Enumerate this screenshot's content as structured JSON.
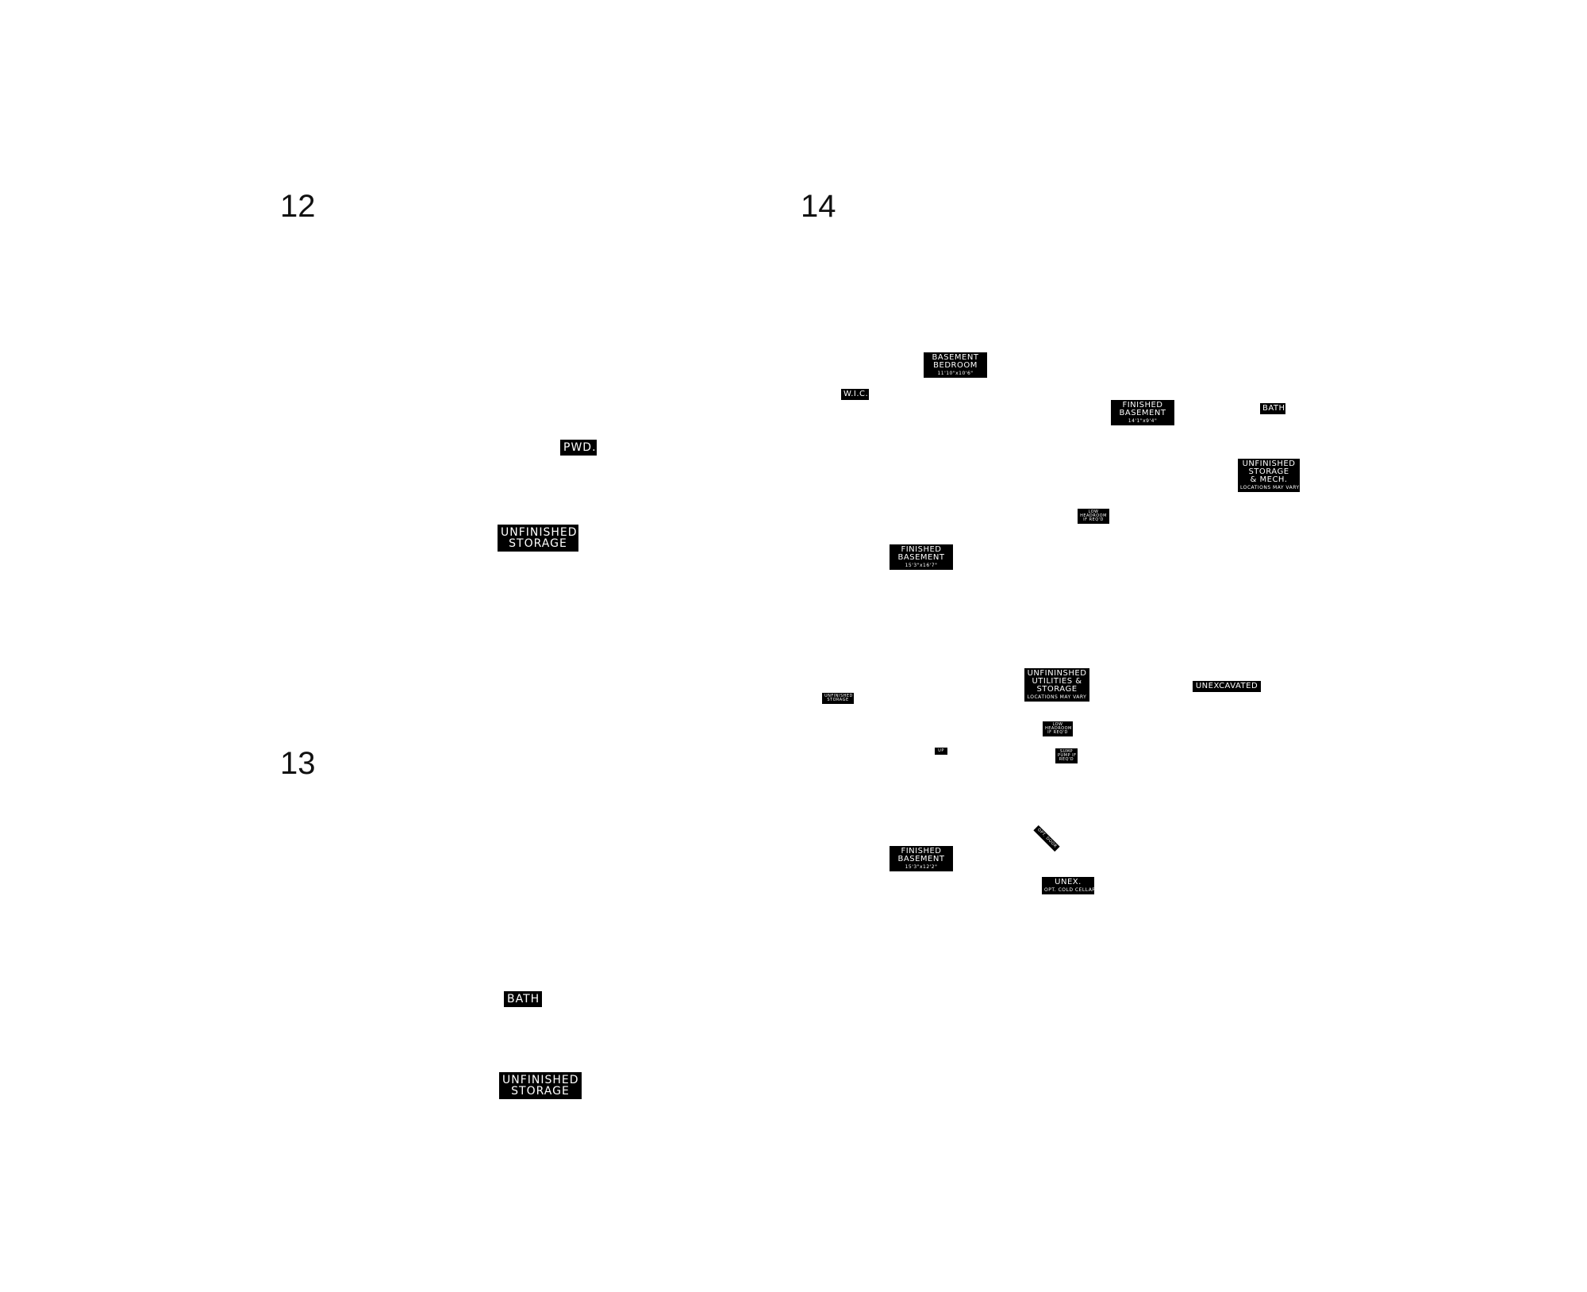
{
  "plans": {
    "p12": {
      "number": "12"
    },
    "p13": {
      "number": "13"
    },
    "p14": {
      "number": "14"
    }
  },
  "labels12": {
    "pwd": "PWD.",
    "storage": [
      "UNFINISHED",
      "STORAGE"
    ]
  },
  "labels13": {
    "bath": "BATH",
    "storage": [
      "UNFINISHED",
      "STORAGE"
    ]
  },
  "labels14": {
    "bedroom": {
      "lines": [
        "BASEMENT",
        "BEDROOM"
      ],
      "dims": "11'10\"x10'6\""
    },
    "wic": "W.I.C.",
    "finished1": {
      "lines": [
        "FINISHED",
        "BASEMENT"
      ],
      "dims": "14'1\"x9'4\""
    },
    "bath": "BATH",
    "storage_mech": {
      "lines": [
        "UNFINISHED",
        "STORAGE",
        "& MECH."
      ],
      "note": "LOCATIONS MAY VARY"
    },
    "low_headroom1": [
      "LOW",
      "HEADROOM",
      "IF REQ'D"
    ],
    "finished2": {
      "lines": [
        "FINISHED",
        "BASEMENT"
      ],
      "dims": "15'3\"x16'7\""
    },
    "utilities": {
      "lines": [
        "UNFININSHED",
        "UTILITIES &",
        "STORAGE"
      ],
      "note": "LOCATIONS MAY VARY"
    },
    "unexcavated": "UNEXCAVATED",
    "unf_storage_small": [
      "UNFINISHED",
      "STORAGE"
    ],
    "low_headroom2": [
      "LOW",
      "HEADROOM",
      "IF REQ'D"
    ],
    "up": "UP",
    "sump": [
      "SUMP",
      "PUMP IF",
      "REQ'D"
    ],
    "opt_door": "OPT. DOOR",
    "finished3": {
      "lines": [
        "FINISHED",
        "BASEMENT"
      ],
      "dims": "15'3\"x12'2\""
    },
    "unex": {
      "line": "UNEX.",
      "note": "OPT. COLD CELLAR"
    }
  }
}
